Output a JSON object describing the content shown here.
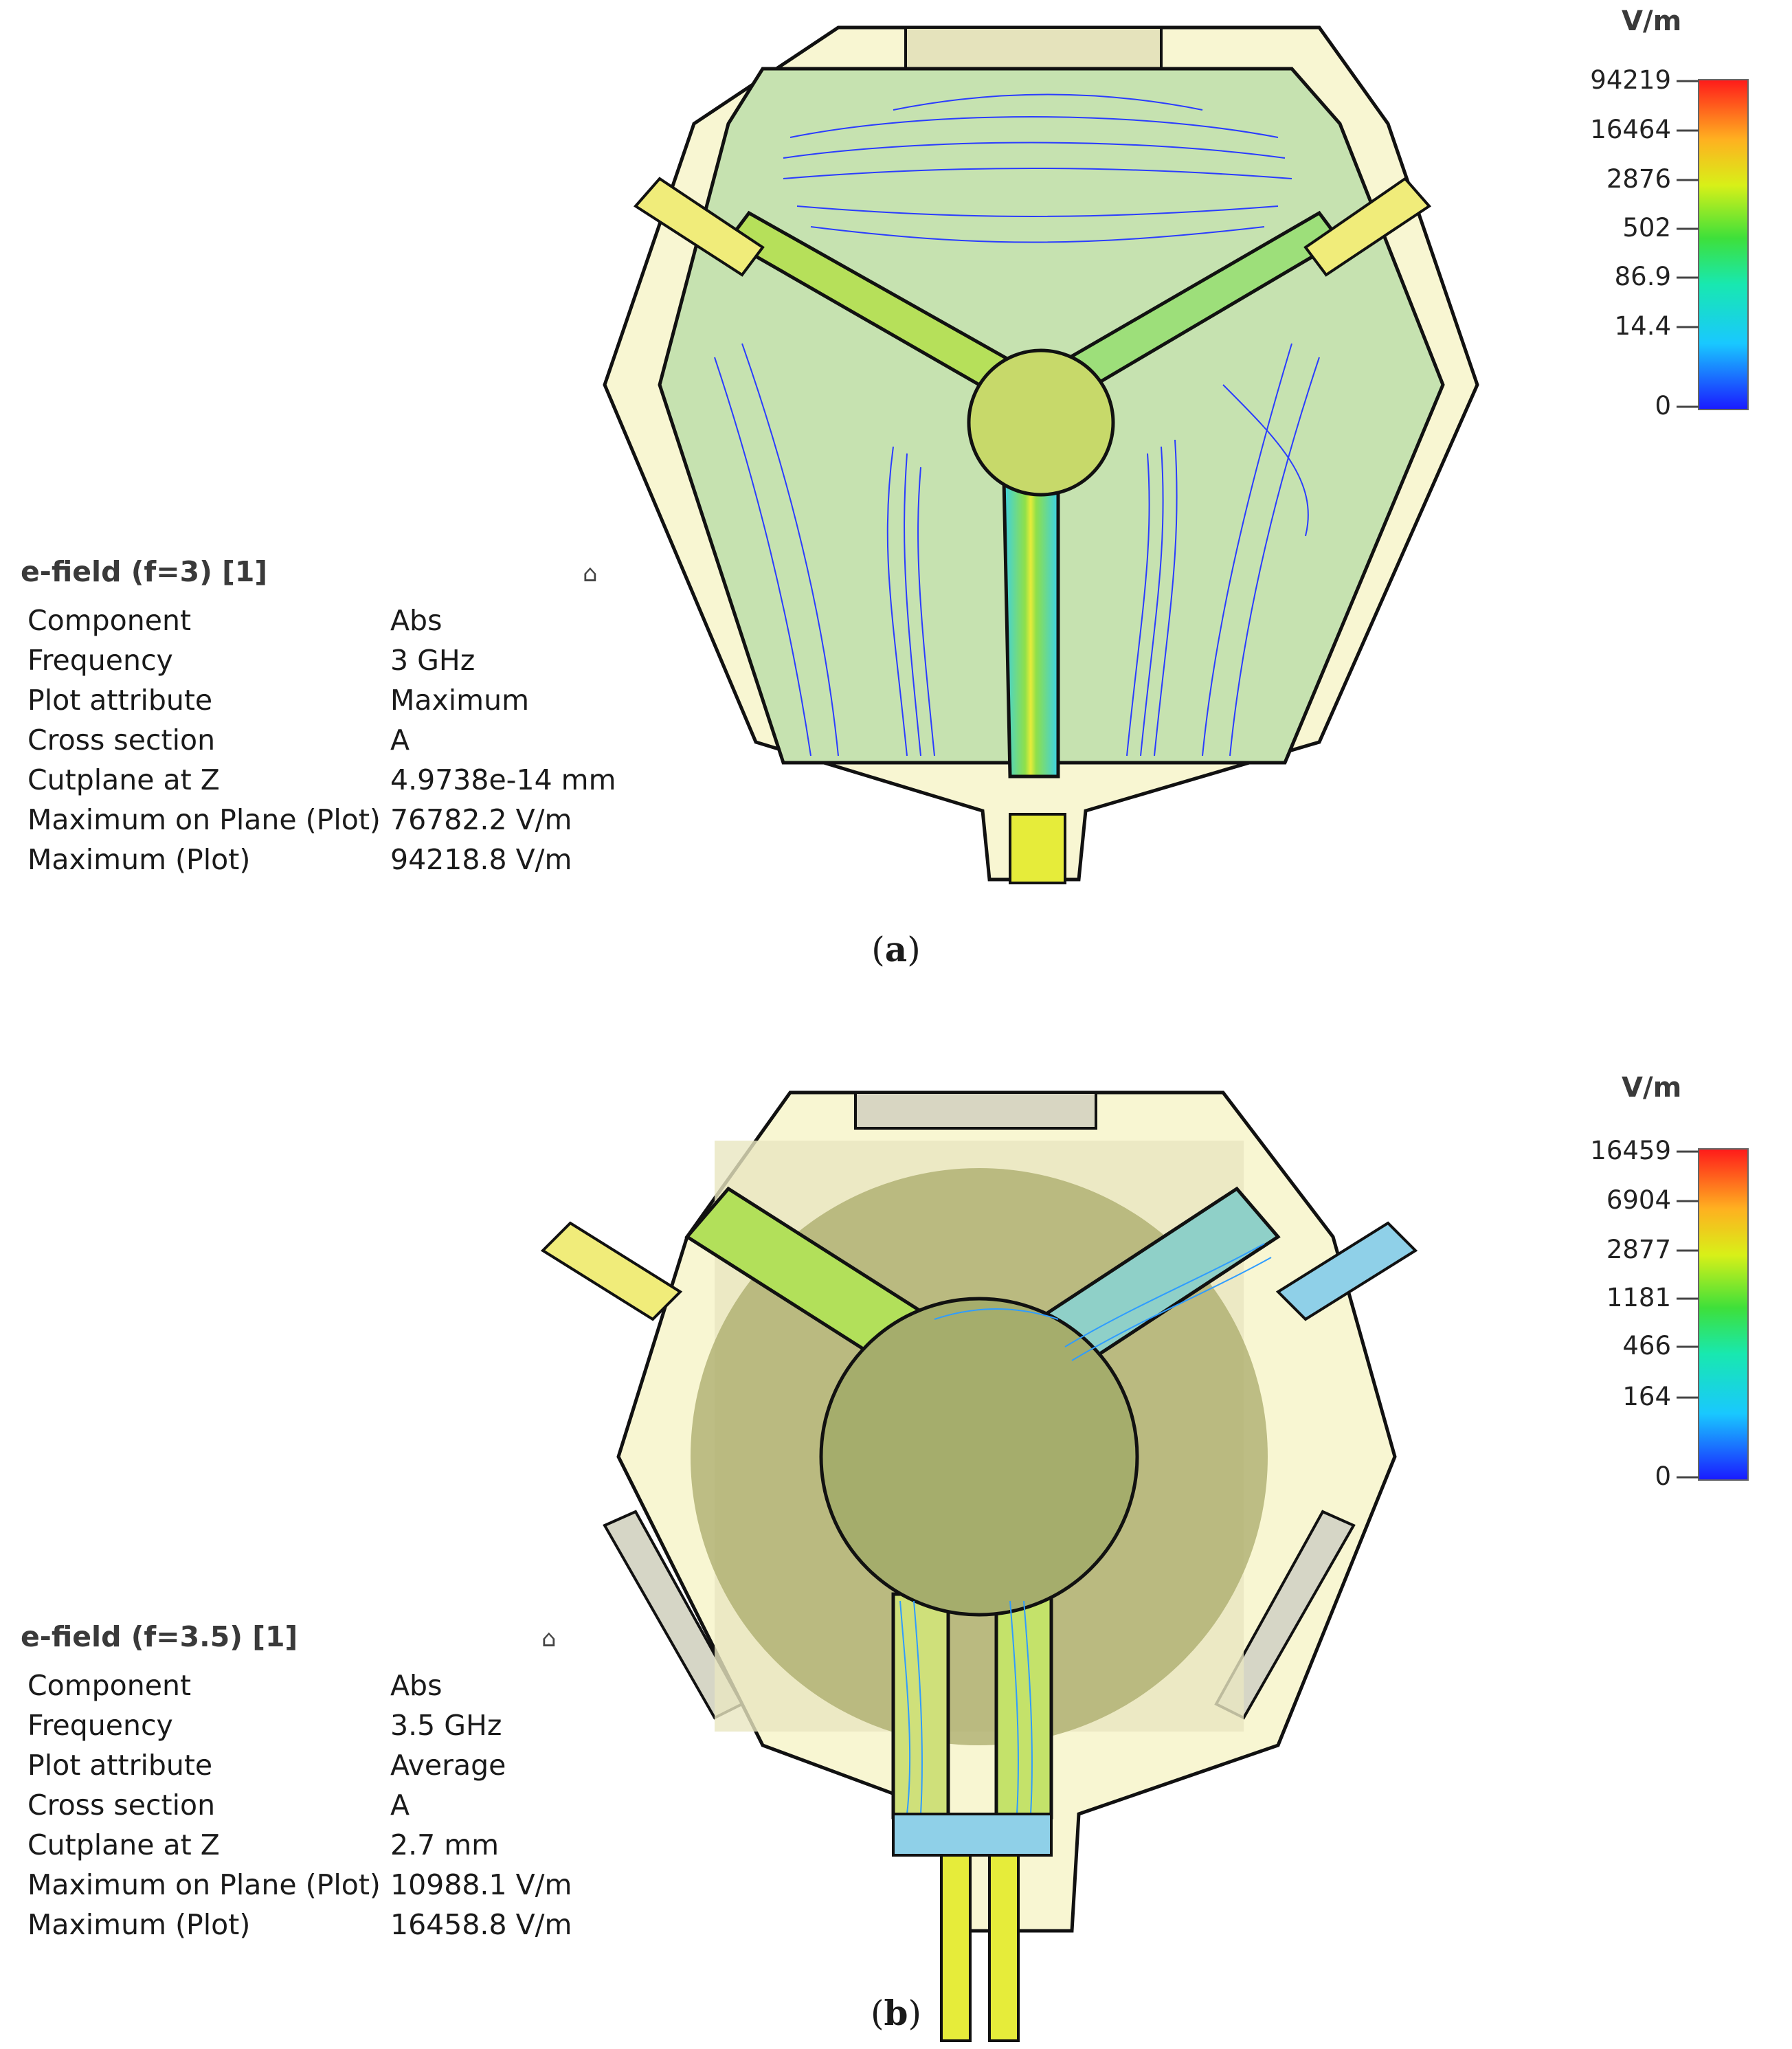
{
  "panels": [
    {
      "caption_letter": "a",
      "legend": {
        "unit": "V/m",
        "ticks": [
          "94219",
          "16464",
          "2876",
          "502",
          "86.9",
          "14.4",
          "0"
        ]
      },
      "info": {
        "title": "e-field (f=3) [1]",
        "rows": [
          {
            "key": "Component",
            "value": "Abs"
          },
          {
            "key": "Frequency",
            "value": "3 GHz"
          },
          {
            "key": "Plot attribute",
            "value": "Maximum"
          },
          {
            "key": "Cross section",
            "value": "A"
          },
          {
            "key": "Cutplane at Z",
            "value": "4.9738e-14 mm"
          },
          {
            "key": "Maximum on Plane (Plot)",
            "value": "76782.2 V/m"
          },
          {
            "key": "Maximum (Plot)",
            "value": "94218.8 V/m"
          }
        ]
      }
    },
    {
      "caption_letter": "b",
      "legend": {
        "unit": "V/m",
        "ticks": [
          "16459",
          "6904",
          "2877",
          "1181",
          "466",
          "164",
          "0"
        ]
      },
      "info": {
        "title": "e-field (f=3.5) [1]",
        "rows": [
          {
            "key": "Component",
            "value": "Abs"
          },
          {
            "key": "Frequency",
            "value": "3.5 GHz"
          },
          {
            "key": "Plot attribute",
            "value": "Average"
          },
          {
            "key": "Cross section",
            "value": "A"
          },
          {
            "key": "Cutplane at Z",
            "value": "2.7 mm"
          },
          {
            "key": "Maximum on Plane (Plot)",
            "value": "10988.1 V/m"
          },
          {
            "key": "Maximum (Plot)",
            "value": "16458.8 V/m"
          }
        ]
      }
    }
  ],
  "icons": {
    "collapse": "collapse-arrow-icon"
  },
  "colors": {
    "housing": "#f8f6d2",
    "cavity_a": "#c6e2b0",
    "ferrite_b": "#a9a96a",
    "outline": "#111111"
  }
}
